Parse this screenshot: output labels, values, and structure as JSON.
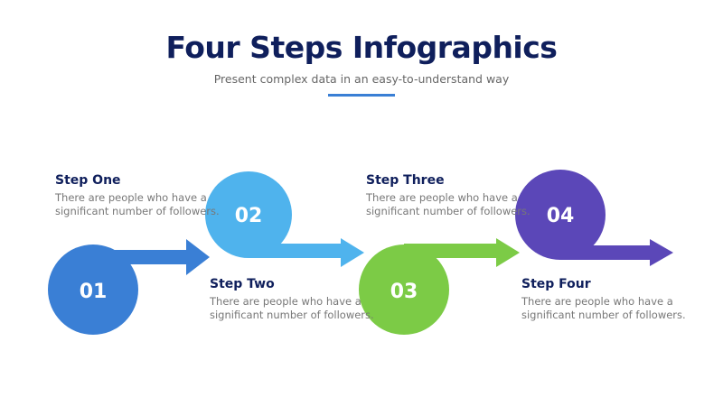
{
  "header": {
    "title": "Four Steps Infographics",
    "subtitle": "Present complex data in an easy-to-understand way",
    "underline_color": "#3a7fd5"
  },
  "steps": [
    {
      "number": "01",
      "title": "Step One",
      "text": "There are people who have a significant number of followers.",
      "color": "#3a7fd5"
    },
    {
      "number": "02",
      "title": "Step Two",
      "text": "There are people who have a significant number of followers.",
      "color": "#4fb3ed"
    },
    {
      "number": "03",
      "title": "Step Three",
      "text": "There are people who have a significant number of followers.",
      "color": "#7ccb46"
    },
    {
      "number": "04",
      "title": "Step Four",
      "text": "There are people who have a significant number of followers.",
      "color": "#5b47b8"
    }
  ]
}
